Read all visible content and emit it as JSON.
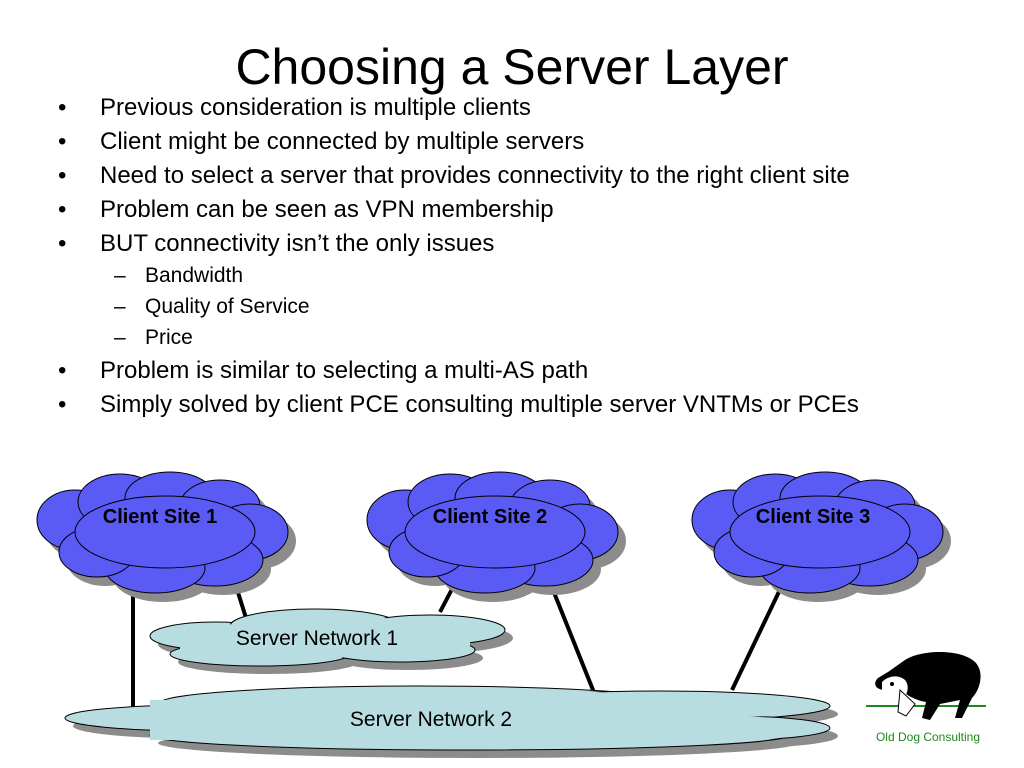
{
  "slide": {
    "title": "Choosing a Server Layer",
    "bullets": [
      {
        "text": "Previous consideration is multiple clients",
        "level": 1
      },
      {
        "text": "Client might be connected by multiple servers",
        "level": 1
      },
      {
        "text": "Need to select a server that provides connectivity to the right client site",
        "level": 1
      },
      {
        "text": "Problem can be seen as VPN membership",
        "level": 1
      },
      {
        "text": "BUT connectivity isn’t the only issues",
        "level": 1
      },
      {
        "text": "Bandwidth",
        "level": 2
      },
      {
        "text": "Quality of Service",
        "level": 2
      },
      {
        "text": "Price",
        "level": 2
      },
      {
        "text": "Problem is similar to selecting a multi-AS path",
        "level": 1
      },
      {
        "text": "Simply solved by client PCE consulting multiple server VNTMs or PCEs",
        "level": 1
      }
    ],
    "bullet_marks": {
      "level1": "•",
      "level2": "–"
    }
  },
  "diagram": {
    "clients": [
      {
        "label": "Client Site 1"
      },
      {
        "label": "Client Site 2"
      },
      {
        "label": "Client Site 3"
      }
    ],
    "servers": [
      {
        "label": "Server Network 1"
      },
      {
        "label": "Server Network 2"
      }
    ],
    "colors": {
      "client_fill": "#5a5af5",
      "server_fill": "#b8dde0",
      "shadow": "#8c8c8c",
      "outline": "#000000"
    }
  },
  "logo": {
    "text": "Old Dog Consulting",
    "icon": "dog-icon",
    "text_color": "#1a8a1a"
  }
}
